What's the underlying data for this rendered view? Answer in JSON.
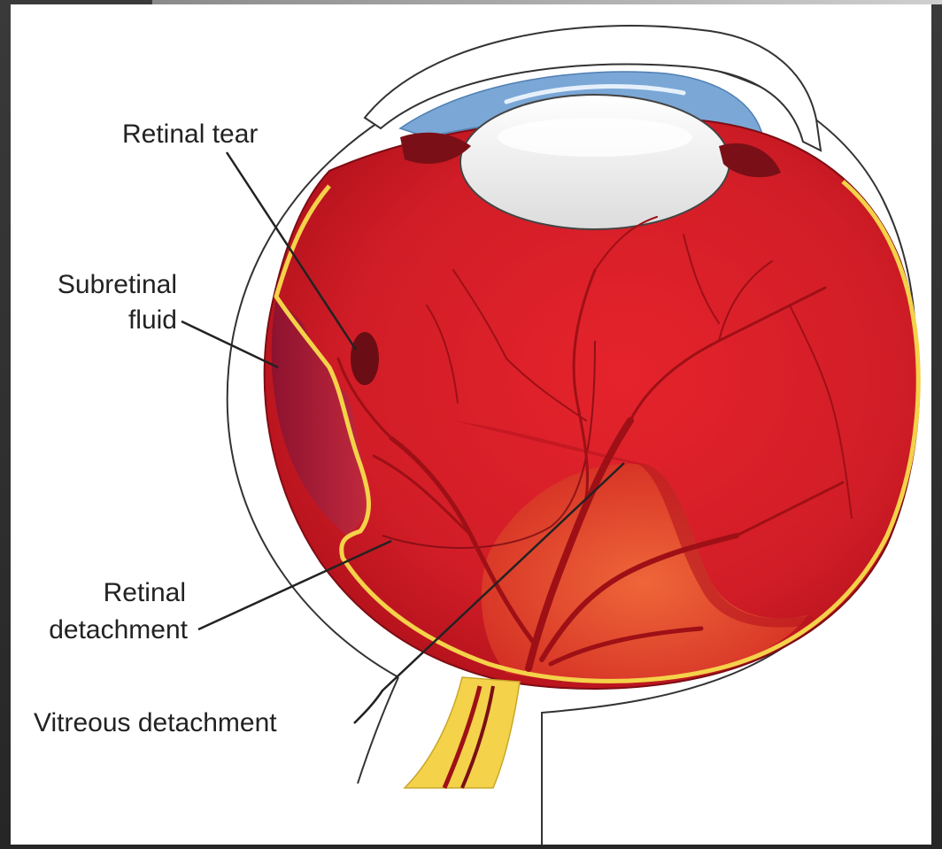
{
  "labels": {
    "retinal_tear": "Retinal tear",
    "subretinal_fluid_line1": "Subretinal",
    "subretinal_fluid_line2": "fluid",
    "retinal_detachment_line1": "Retinal",
    "retinal_detachment_line2": "detachment",
    "vitreous_detachment": "Vitreous detachment"
  },
  "colors": {
    "eyeball_red": "#d8202a",
    "retina_line": "#f4d24a",
    "cornea_blue": "#7aa7d6",
    "lens_white": "#f3f3f3",
    "optic_nerve": "#f4d24a",
    "vessel": "#9e1016",
    "background_panel": "#ffffff",
    "frame": "#2b2b2b"
  }
}
